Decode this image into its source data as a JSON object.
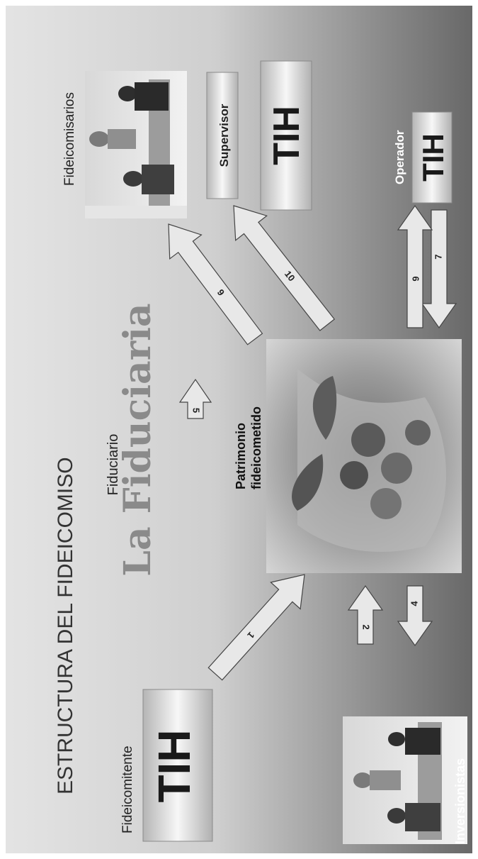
{
  "title": "ESTRUCTURA DEL FIDEICOMISO",
  "roles": {
    "fideicomitente": "Fideicomitente",
    "fiduciario": "Fiduciario",
    "fideicomisarios": "Fideicomisarios",
    "inversionistas": "Inversionistas",
    "operador": "Operador",
    "supervisor": "Supervisor"
  },
  "fiduciary_name": "La Fiduciaria",
  "patrimonio": {
    "line1": "Patrimonio",
    "line2": "fideicometido"
  },
  "logo_text": "TIH",
  "arrows": [
    "1",
    "2",
    "4",
    "5",
    "6",
    "7",
    "9",
    "10"
  ],
  "photos": [
    "people-meeting-photo",
    "coins-plant-in-hands-photo",
    "people-meeting-photo"
  ],
  "colors": {
    "background_light": "#e2e2e2",
    "background_dark": "#6f6f6f",
    "arrow_fill": "#e8e8e8",
    "text_dark": "#222222",
    "text_white": "#ffffff",
    "fiduciaria_text": "#8a8a8a"
  }
}
